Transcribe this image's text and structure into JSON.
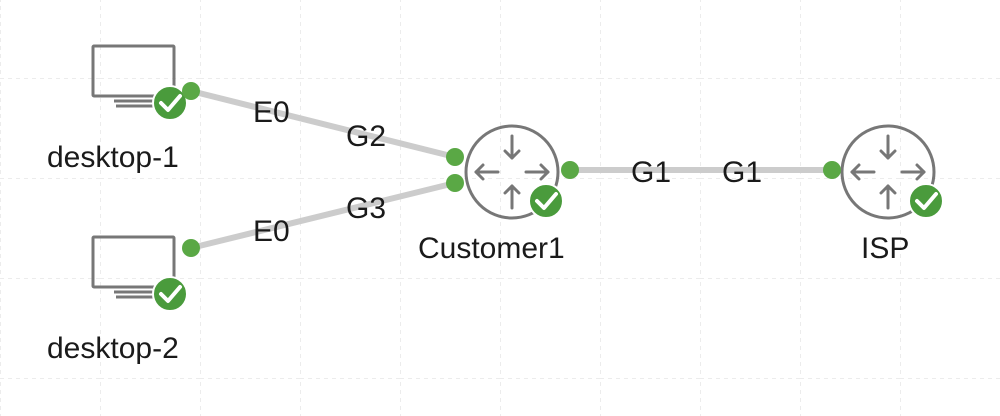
{
  "colors": {
    "link": "#cccccc",
    "port": "#5aa845",
    "status": "#4a9b3c",
    "icon": "#777777",
    "grid": "#e6e6e6",
    "text": "#1a1a1a"
  },
  "nodes": {
    "desktop_1": {
      "name": "desktop-1",
      "kind": "desktop-icon",
      "status": "ok"
    },
    "desktop_2": {
      "name": "desktop-2",
      "kind": "desktop-icon",
      "status": "ok"
    },
    "customer1": {
      "name": "Customer1",
      "kind": "router-icon",
      "status": "ok"
    },
    "isp": {
      "name": "ISP",
      "kind": "router-icon",
      "status": "ok"
    }
  },
  "links": [
    {
      "from": "desktop-1",
      "from_port": "E0",
      "to": "Customer1",
      "to_port": "G2"
    },
    {
      "from": "desktop-2",
      "from_port": "E0",
      "to": "Customer1",
      "to_port": "G3"
    },
    {
      "from": "Customer1",
      "from_port": "G1",
      "to": "ISP",
      "to_port": "G1"
    }
  ]
}
